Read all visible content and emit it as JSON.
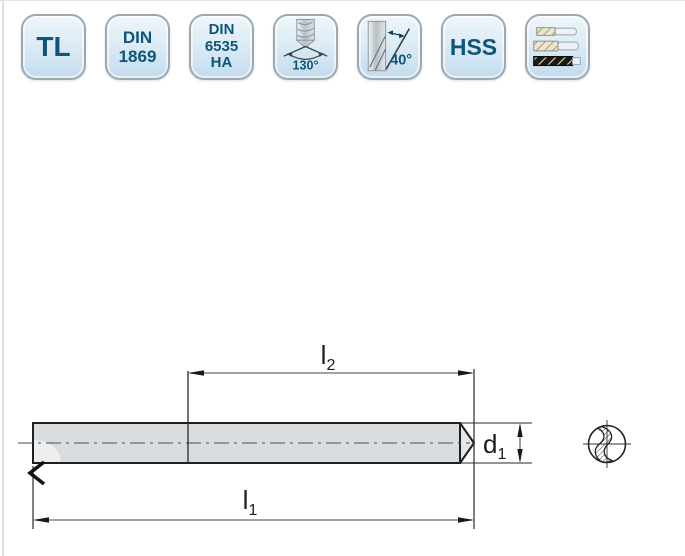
{
  "page": {
    "background": "#ffffff",
    "accent_text_color": "#0d567a"
  },
  "badges": [
    {
      "id": "tl",
      "label": "TL"
    },
    {
      "id": "din-1869",
      "lines": [
        "DIN",
        "1869"
      ]
    },
    {
      "id": "din-6535-ha",
      "lines": [
        "DIN",
        "6535",
        "HA"
      ]
    },
    {
      "id": "point-angle",
      "icon": "drill-point-angle-icon",
      "value": "130°"
    },
    {
      "id": "helix-angle",
      "icon": "helix-angle-icon",
      "value": "40°"
    },
    {
      "id": "hss",
      "label": "HSS"
    },
    {
      "id": "tool-series",
      "icon": "tool-series-icon"
    }
  ],
  "drawing": {
    "dimensions": {
      "l2": {
        "base": "l",
        "sub": "2"
      },
      "l1": {
        "base": "l",
        "sub": "1"
      },
      "d1": {
        "base": "d",
        "sub": "1"
      }
    },
    "line_color": "#1f1f1f",
    "fill_color": "#d9dcde"
  }
}
